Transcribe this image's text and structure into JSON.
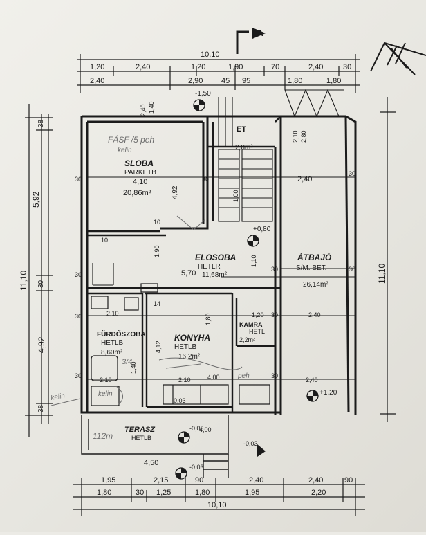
{
  "section_marker": "A",
  "dimensions": {
    "top_overall": "10,10",
    "top_row1": [
      "1,20",
      "2,40",
      "1,20",
      "1,90",
      "70",
      "2,40",
      "30"
    ],
    "top_row2": [
      "2,40",
      "2,90",
      "45",
      "95",
      "1,80",
      "1,80"
    ],
    "bottom_row1": [
      "1,95",
      "2,15",
      "90",
      "2,40",
      "2,40",
      "90"
    ],
    "bottom_row2": [
      "1,80",
      "30",
      "1,25",
      "1,80",
      "1,95",
      "2,20"
    ],
    "bottom_overall": "10,10",
    "left_total": "11,10",
    "left_upper": "5,92",
    "left_lower": "4,92",
    "left_small": [
      "38",
      "38",
      "30"
    ],
    "right_total": "11,10",
    "wall_marks": [
      "30",
      "30",
      "30",
      "30",
      "30",
      "30",
      "30",
      "30",
      "30",
      "30"
    ]
  },
  "levels": [
    "-1,50",
    "+0,80",
    "+1,20",
    "-0,03",
    "-0,03",
    "-0,03",
    "-0,03"
  ],
  "rooms": [
    {
      "name": "SLOBA",
      "floor": "PARKETB",
      "size": "4,10",
      "area": "20,86m²",
      "side": "4,92"
    },
    {
      "name": "ET",
      "floor": "",
      "size": "",
      "area": "2,8m²",
      "side": ""
    },
    {
      "name": "ELOSOBA",
      "floor": "HETLR",
      "size": "5,70",
      "area": "11,68m²",
      "side": ""
    },
    {
      "name": "ÁTBAJÓ",
      "floor": "S/M. BET.",
      "size": "2,40",
      "area": "26,14m²",
      "side": ""
    },
    {
      "name": "FÜRDŐSZOBA",
      "floor": "HETLB",
      "size": "",
      "area": "8,60m²",
      "side": ""
    },
    {
      "name": "KONYHA",
      "floor": "HETLB",
      "size": "",
      "area": "16,2m²",
      "side": ""
    },
    {
      "name": "KAMRA",
      "floor": "HETL",
      "size": "",
      "area": "2,2m²",
      "side": ""
    },
    {
      "name": "TERASZ",
      "floor": "HETLB",
      "size": "4,50",
      "area": "",
      "side": ""
    }
  ],
  "misc_labels": [
    "2,40",
    "1,40",
    "2,10",
    "2,80",
    "2,10",
    "1,90",
    "1,80",
    "1,20",
    "4,12",
    "2,10",
    "2,10",
    "2,40",
    "2,40",
    "1,00",
    "4,00",
    "1,10",
    "10",
    "10",
    "14",
    "4,00",
    "1,40"
  ],
  "pencil_notes": [
    "FÁSF /5 peh",
    "kelin",
    "kelin",
    "112m",
    "3/4",
    "peh",
    "kelin"
  ],
  "colors": {
    "ink": "#1b1b1b",
    "pencil": "#6c6c6c",
    "paper": "#ecebe6"
  }
}
